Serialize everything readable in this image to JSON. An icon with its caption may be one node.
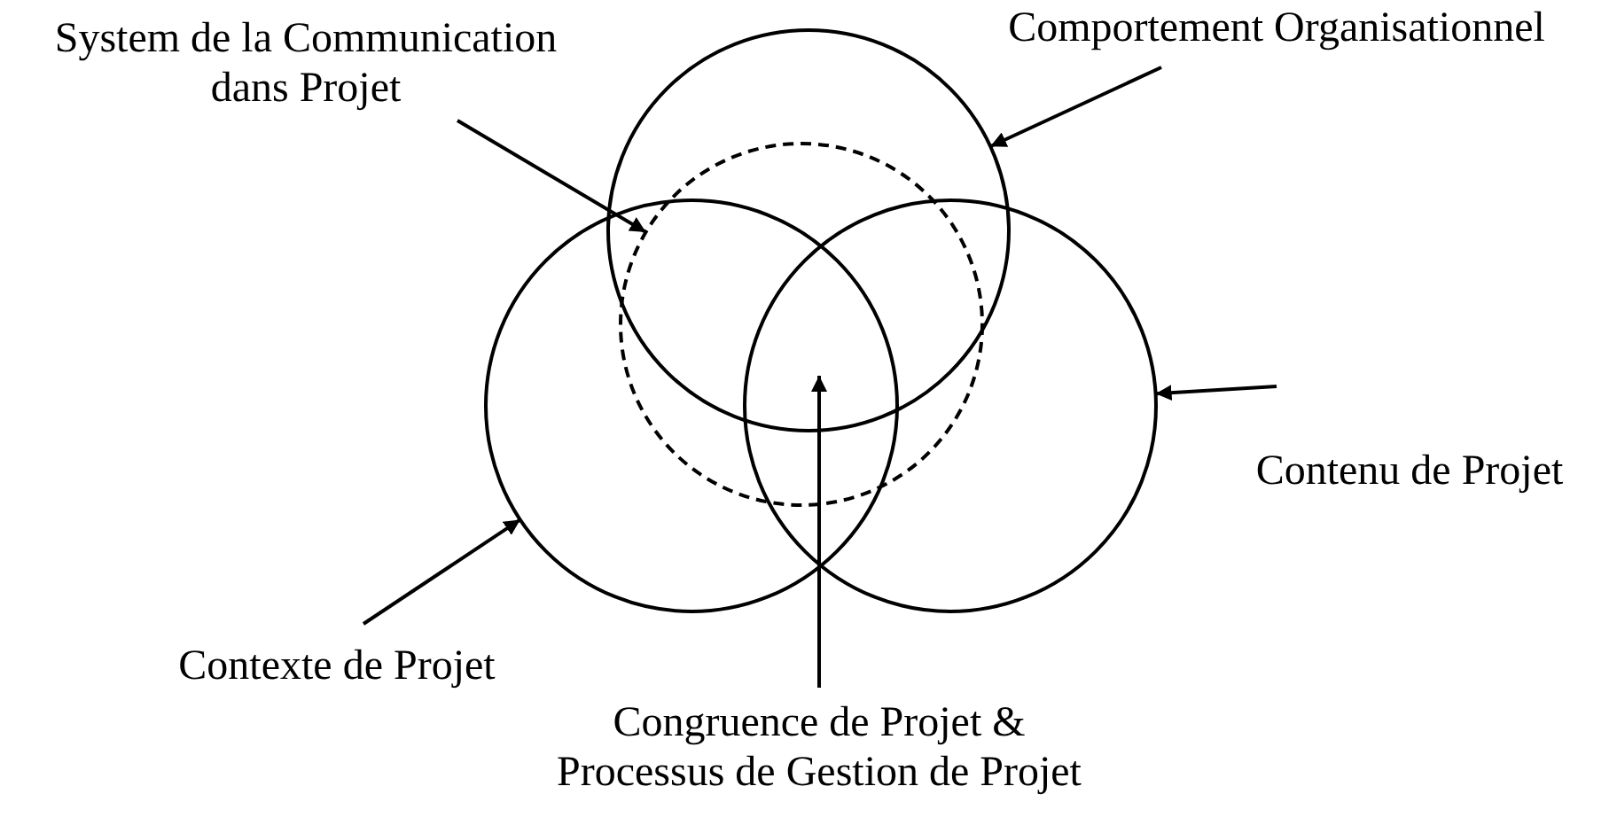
{
  "diagram": {
    "nodes": [
      {
        "text": [
          "System de la Communication dans Projet"
        ]
      },
      {
        "text": [
          "Comportement Organisationnel"
        ]
      },
      {
        "text": [],
        "shape": "circle"
      },
      {
        "text": [],
        "shape": "circle"
      },
      {
        "text": [],
        "shape": "circle"
      },
      {
        "text": [],
        "shape": "circle"
      },
      {
        "text": [
          "Contenu de Projet"
        ]
      },
      {
        "text": [
          "Contexte de Projet"
        ]
      },
      {
        "text": [
          "Congruence de Projet & Processus de Gestion de Projet"
        ]
      }
    ],
    "edges": [
      {
        "from": 0,
        "to": 3,
        "arrow": "to"
      },
      {
        "from": 1,
        "to": 2,
        "arrow": "to"
      },
      {
        "from": 6,
        "to": 5,
        "arrow": "to"
      },
      {
        "from": 7,
        "to": 4,
        "arrow": "to"
      },
      {
        "from": 8,
        "to": 3,
        "arrow": "to"
      }
    ]
  }
}
